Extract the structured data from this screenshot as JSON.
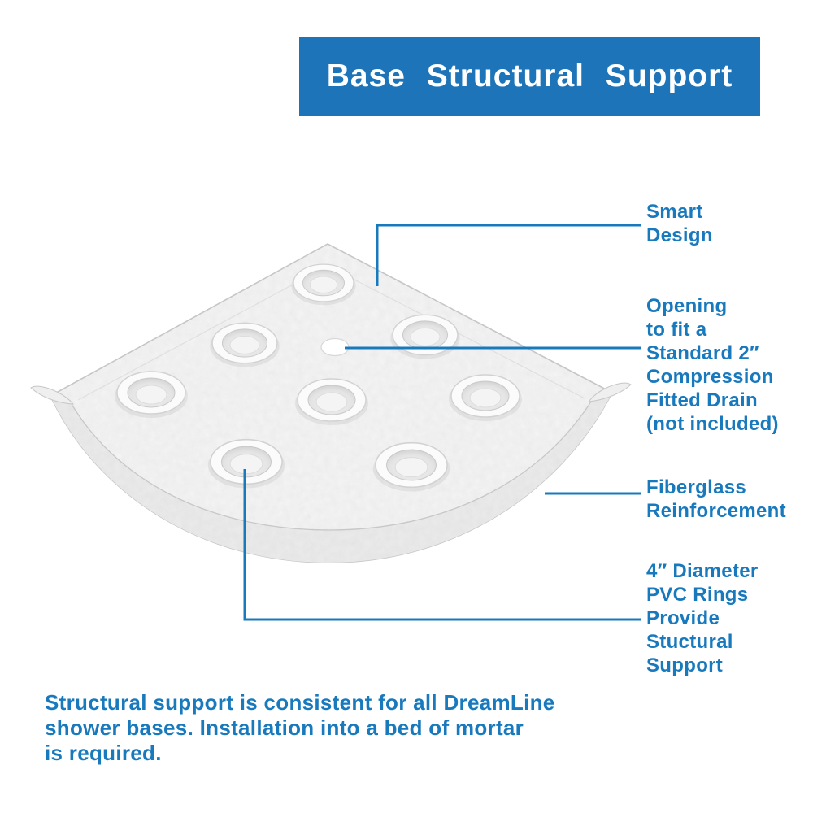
{
  "header": {
    "title": "Base Structural Support"
  },
  "callouts": {
    "smart_design": {
      "label": "Smart\nDesign"
    },
    "drain_opening": {
      "label": "Opening\nto fit a\nStandard 2″\nCompression\nFitted Drain\n(not included)"
    },
    "fiberglass": {
      "label": "Fiberglass\nReinforcement"
    },
    "pvc_rings": {
      "label": "4″ Diameter\nPVC Rings\nProvide\nStuctural\nSupport"
    }
  },
  "footer": {
    "text": "Structural support is consistent for all DreamLine\nshower bases. Installation into a bed of mortar\nis required."
  },
  "colors": {
    "banner_blue": "#1d74b8",
    "text_blue": "#1879bd",
    "callout_line_blue": "#1879bd",
    "base_surface_gray": "#f5f5f5"
  }
}
